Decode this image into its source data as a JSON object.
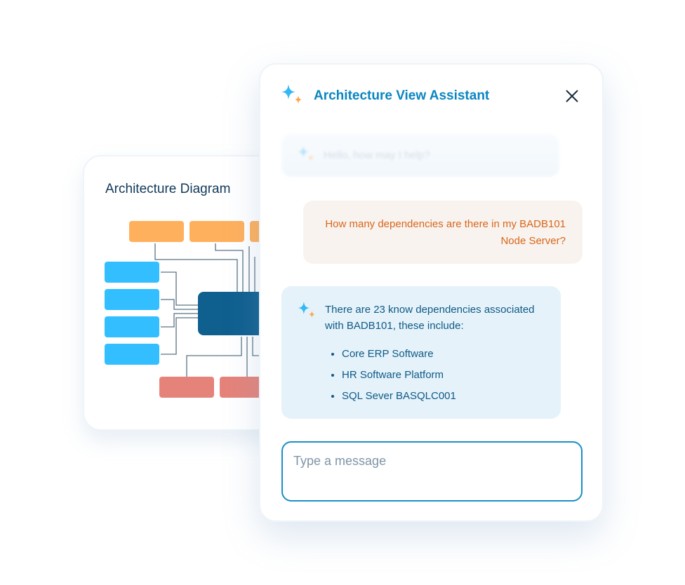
{
  "diagram_card": {
    "title": "Architecture Diagram"
  },
  "chat": {
    "title": "Architecture View Assistant",
    "messages": [
      {
        "role": "assistant",
        "text": "Hello, how may I help?"
      },
      {
        "role": "user",
        "text": "How many dependencies are there in my BADB101 Node Server?"
      },
      {
        "role": "assistant",
        "text": "There are 23 know dependencies associated with BADB101, these include:",
        "items": [
          "Core ERP Software",
          "HR Software Platform",
          "SQL Sever BASQLC001"
        ]
      }
    ],
    "input_placeholder": "Type a message"
  },
  "colors": {
    "accent": "#0a85c2",
    "orange": "#ffb05c",
    "blue": "#33bfff",
    "navy": "#0f5f8f",
    "red": "#e5837a",
    "user_text": "#d9661a"
  }
}
